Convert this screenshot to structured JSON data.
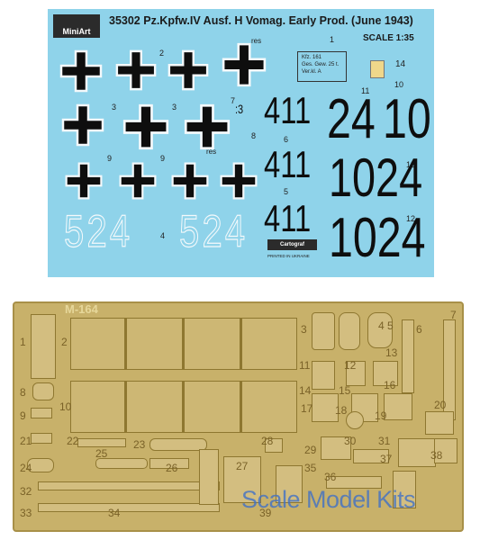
{
  "decal_sheet": {
    "logo": "MiniArt",
    "title": "35302 Pz.Kpfw.IV Ausf. H Vomag. Early Prod. (June 1943)",
    "scale": "SCALE 1:35",
    "res_labels": [
      "res",
      "res"
    ],
    "stamp_lines": [
      "Kfz. 161",
      "Ges. Gew.   25 t.",
      "Ver.kl.      A"
    ],
    "numbers": [
      "1",
      "2",
      "3",
      "3",
      "4",
      "5",
      "6",
      "7",
      "8",
      "9",
      "9",
      "10",
      "11",
      "12",
      "13",
      "14"
    ],
    "codes": {
      "turret_small": [
        "411",
        "411",
        "411"
      ],
      "code_24": "24",
      "code_10": "10",
      "code_1024a": "1024",
      "code_1024b": "1024",
      "outline_a": "524",
      "outline_b": "524"
    },
    "printer_logo": "Cartograf",
    "printed_text": "PRINTED IN UKRAINE"
  },
  "photo_etch": {
    "fret_code": "M-164",
    "part_numbers": [
      "1",
      "2",
      "3",
      "4",
      "5",
      "6",
      "7",
      "8",
      "9",
      "10",
      "11",
      "12",
      "13",
      "14",
      "15",
      "16",
      "17",
      "18",
      "19",
      "20",
      "21",
      "22",
      "23",
      "24",
      "25",
      "26",
      "27",
      "28",
      "29",
      "30",
      "31",
      "32",
      "33",
      "34",
      "35",
      "36",
      "37",
      "38",
      "39"
    ]
  },
  "watermark": "Scale Model Kits",
  "colors": {
    "decal_bg": "#8fd3ea",
    "fret": "#c8b16a",
    "ink": "#0e0e0e",
    "watermark": "#3c6ec8"
  },
  "icons": [
    "balkenkreuz-icon"
  ]
}
